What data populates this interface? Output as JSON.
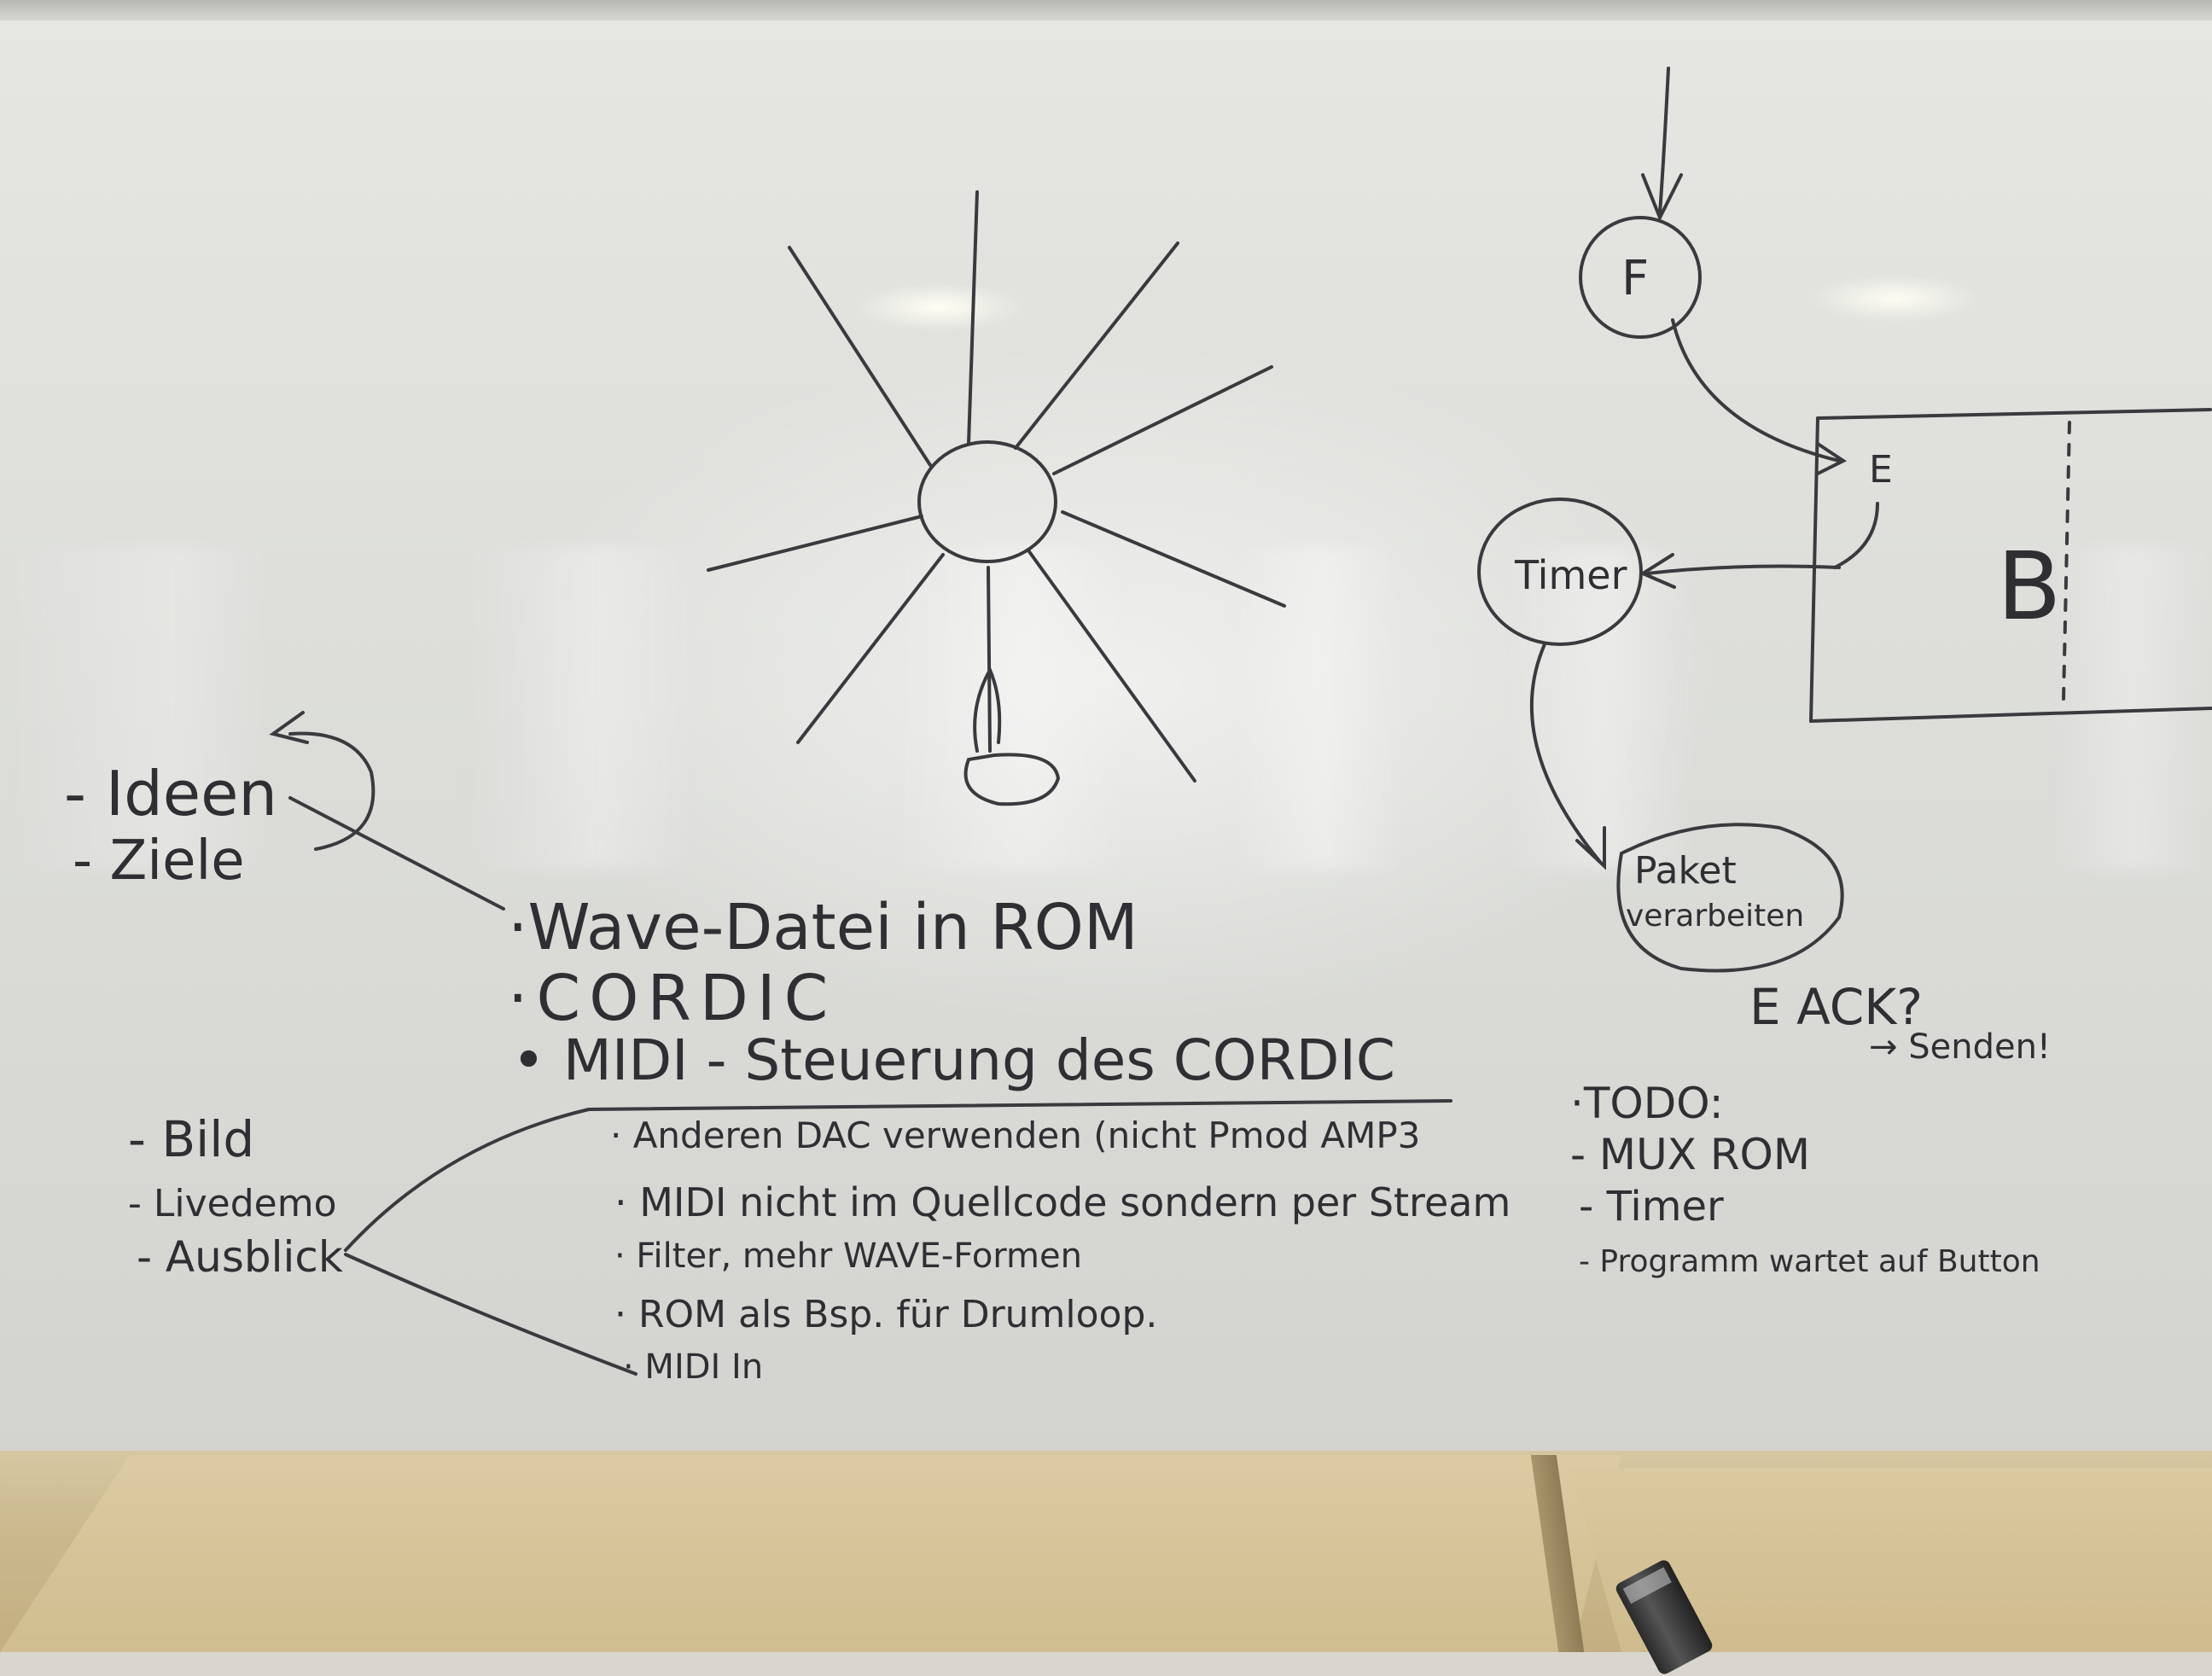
{
  "left_list": {
    "ideen": "- Ideen",
    "ziele": "- Ziele"
  },
  "main_list": [
    "·Wave-Datei in ROM",
    "·CORDIC",
    "• MIDI - Steuerung des CORDIC"
  ],
  "bottom_left_list": [
    "- Bild",
    "- Livedemo",
    "- Ausblick"
  ],
  "ausblick_list": [
    "· Anderen DAC verwenden (nicht Pmod AMP3",
    "· MIDI nicht im Quellcode sondern per Stream",
    "· Filter, mehr WAVE-Formen",
    "· ROM als Bsp. für Drumloop.",
    "· MIDI In"
  ],
  "diagram": {
    "node_f": "F",
    "node_timer": "Timer",
    "node_paket": [
      "Paket",
      "verarbeiten"
    ],
    "label_e": "E",
    "label_b": "B",
    "ack": "E ACK?",
    "senden": "→ Senden!"
  },
  "todo": {
    "title": "·TODO:",
    "items": [
      "- MUX ROM",
      "- Timer",
      "- Programm wartet auf Button"
    ]
  }
}
